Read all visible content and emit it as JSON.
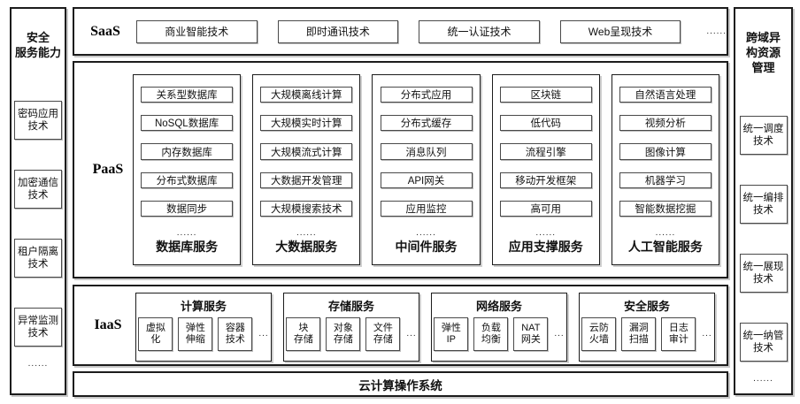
{
  "left_sidebar": {
    "title": "安全\n服务能力",
    "items": [
      "密码应用\n技术",
      "加密通信\n技术",
      "租户隔离\n技术",
      "异常监测\n技术"
    ],
    "ellipsis": "......"
  },
  "right_sidebar": {
    "title": "跨域异\n构资源\n管理",
    "items": [
      "统一调度\n技术",
      "统一编排\n技术",
      "统一展现\n技术",
      "统一纳管\n技术"
    ],
    "ellipsis": "......"
  },
  "saas": {
    "label": "SaaS",
    "items": [
      "商业智能技术",
      "即时通讯技术",
      "统一认证技术",
      "Web呈现技术"
    ],
    "ellipsis": "......"
  },
  "paas": {
    "label": "PaaS",
    "columns": [
      {
        "title": "数据库服务",
        "items": [
          "关系型数据库",
          "NoSQL数据库",
          "内存数据库",
          "分布式数据库",
          "数据同步"
        ],
        "ellipsis": "......"
      },
      {
        "title": "大数据服务",
        "items": [
          "大规模离线计算",
          "大规模实时计算",
          "大规模流式计算",
          "大数据开发管理",
          "大规模搜索技术"
        ],
        "ellipsis": "......"
      },
      {
        "title": "中间件服务",
        "items": [
          "分布式应用",
          "分布式缓存",
          "消息队列",
          "API网关",
          "应用监控"
        ],
        "ellipsis": "......"
      },
      {
        "title": "应用支撑服务",
        "items": [
          "区块链",
          "低代码",
          "流程引擎",
          "移动开发框架",
          "高可用"
        ],
        "ellipsis": "......"
      },
      {
        "title": "人工智能服务",
        "items": [
          "自然语言处理",
          "视频分析",
          "图像计算",
          "机器学习",
          "智能数据挖掘"
        ],
        "ellipsis": "......"
      }
    ]
  },
  "iaas": {
    "label": "IaaS",
    "groups": [
      {
        "title": "计算服务",
        "items": [
          "虚拟\n化",
          "弹性\n伸缩",
          "容器\n技术"
        ],
        "ellipsis": "..."
      },
      {
        "title": "存储服务",
        "items": [
          "块\n存储",
          "对象\n存储",
          "文件\n存储"
        ],
        "ellipsis": "..."
      },
      {
        "title": "网络服务",
        "items": [
          "弹性\nIP",
          "负载\n均衡",
          "NAT\n网关"
        ],
        "ellipsis": "..."
      },
      {
        "title": "安全服务",
        "items": [
          "云防\n火墙",
          "漏洞\n扫描",
          "日志\n审计"
        ],
        "ellipsis": "..."
      }
    ]
  },
  "bottom_bar": {
    "label": "云计算操作系统"
  }
}
